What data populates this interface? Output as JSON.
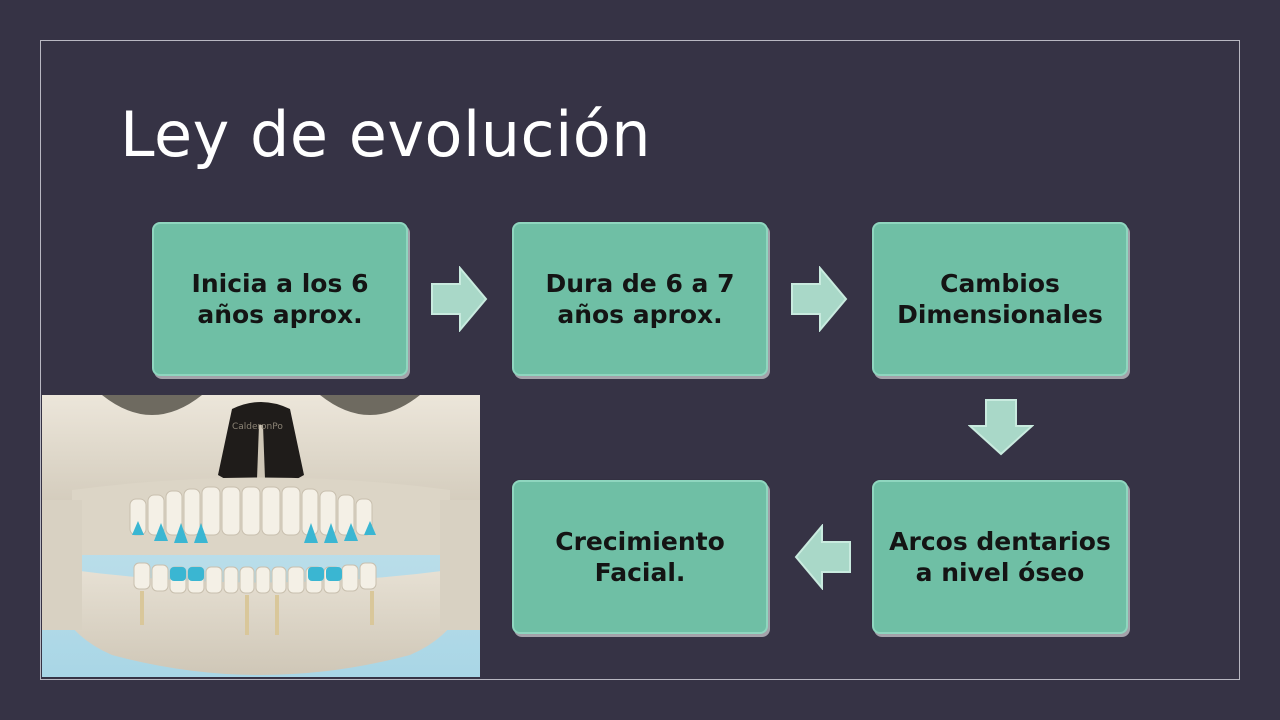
{
  "slide": {
    "title": "Ley de evolución"
  },
  "flow": {
    "steps": [
      {
        "label": "Inicia a los 6 años aprox."
      },
      {
        "label": "Dura de 6 a 7 años aprox."
      },
      {
        "label": "Cambios Dimensionales"
      },
      {
        "label": "Arcos dentarios a nivel óseo"
      },
      {
        "label": "Crecimiento Facial."
      }
    ]
  },
  "photo": {
    "watermark": "CalderonPo"
  },
  "colors": {
    "background": "#363345",
    "box_fill": "#6fbfa5",
    "arrow_fill": "#a9d8c8",
    "text": "#141414"
  }
}
